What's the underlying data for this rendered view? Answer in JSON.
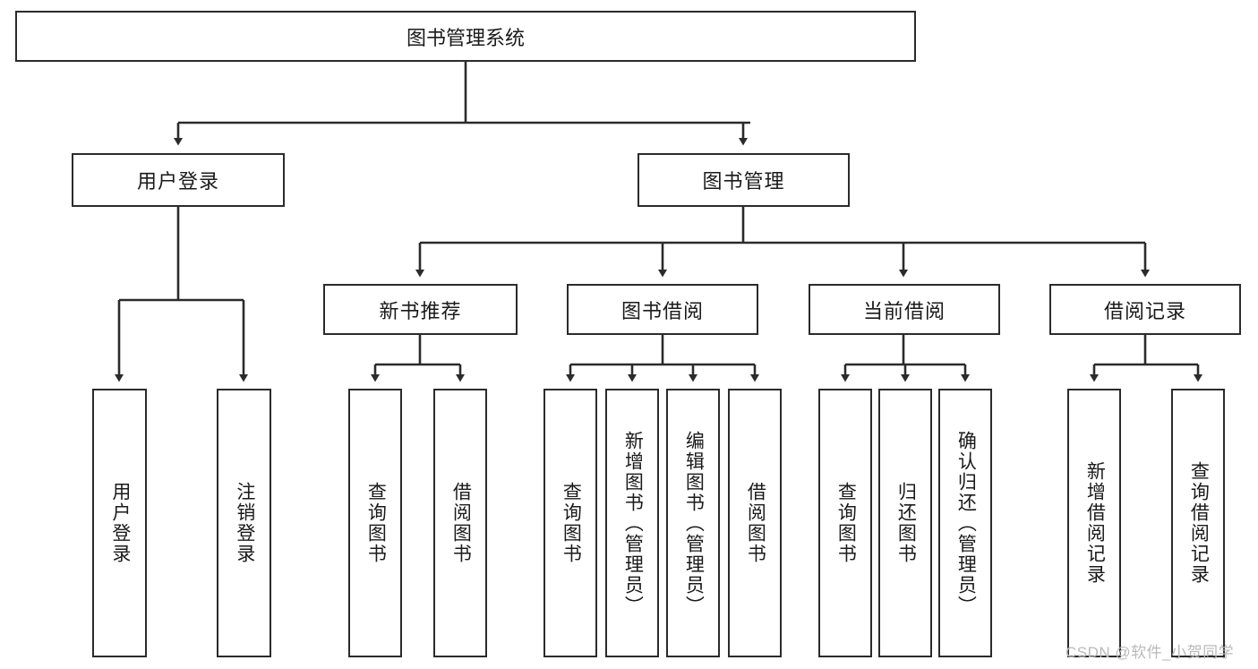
{
  "diagram": {
    "type": "tree",
    "title": "图书管理系统",
    "watermark": "CSDN @软件_小贺同学",
    "root": {
      "label": "图书管理系统"
    },
    "level1": [
      {
        "label": "用户登录"
      },
      {
        "label": "图书管理"
      }
    ],
    "level2": [
      {
        "label": "新书推荐"
      },
      {
        "label": "图书借阅"
      },
      {
        "label": "当前借阅"
      },
      {
        "label": "借阅记录"
      }
    ],
    "leaves": {
      "user_login": [
        {
          "label": "用户登录"
        },
        {
          "label": "注销登录"
        }
      ],
      "new_book": [
        {
          "label": "查询图书"
        },
        {
          "label": "借阅图书"
        }
      ],
      "book_borrow": [
        {
          "label": "查询图书"
        },
        {
          "label": "新增图书（管理员）"
        },
        {
          "label": "编辑图书（管理员）"
        },
        {
          "label": "借阅图书"
        }
      ],
      "current_borrow": [
        {
          "label": "查询图书"
        },
        {
          "label": "归还图书"
        },
        {
          "label": "确认归还（管理员）"
        }
      ],
      "borrow_record": [
        {
          "label": "新增借阅记录"
        },
        {
          "label": "查询借阅记录"
        }
      ]
    },
    "colors": {
      "stroke": "#2b2b2b",
      "fill": "#ffffff",
      "text": "#1a1a1a",
      "watermark": "#b9b9b9"
    }
  }
}
